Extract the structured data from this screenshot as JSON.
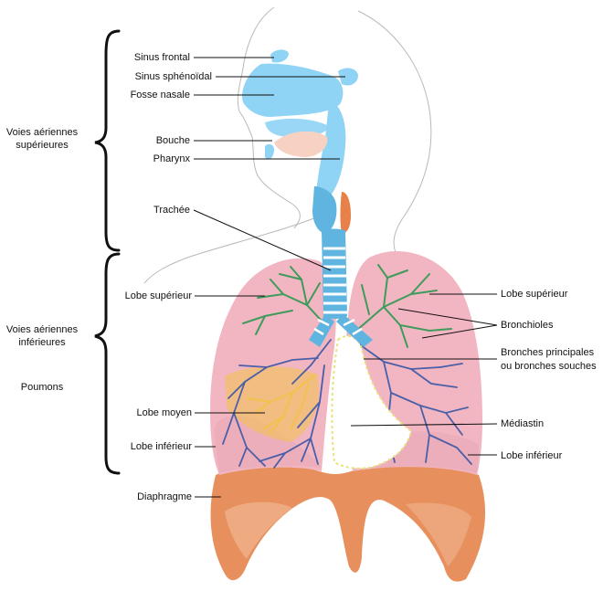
{
  "diagram": {
    "groups": {
      "upper": [
        "Voies aériennes",
        "supérieures"
      ],
      "lower": [
        "Voies aériennes",
        "inférieures"
      ],
      "lungs": "Poumons"
    },
    "labels": {
      "sinus_frontal": "Sinus frontal",
      "sinus_sphenoidal": "Sinus sphénoïdal",
      "fosse_nasale": "Fosse nasale",
      "bouche": "Bouche",
      "pharynx": "Pharynx",
      "trachee": "Trachée",
      "lobe_superieur_left": "Lobe supérieur",
      "lobe_moyen": "Lobe moyen",
      "lobe_inferieur_left": "Lobe inférieur",
      "diaphragme": "Diaphragme",
      "lobe_superieur_right": "Lobe supérieur",
      "bronchioles": "Bronchioles",
      "bronches": [
        "Bronches principales",
        "ou bronches souches"
      ],
      "mediastin": "Médiastin",
      "lobe_inferieur_right": "Lobe inférieur"
    },
    "colors": {
      "airway": "#8fd3f5",
      "airway_dark": "#5fb4e0",
      "lung": "#f2b6c2",
      "lung_edge": "#e6a1b0",
      "bronchiole_green": "#3e9b5c",
      "bronchiole_blue": "#4a5fa8",
      "middle_lobe": "#f2c24a",
      "diaphragm": "#e7905e",
      "diaphragm_light": "#f1b58f",
      "mediastinum_line": "#e9e27a"
    }
  }
}
